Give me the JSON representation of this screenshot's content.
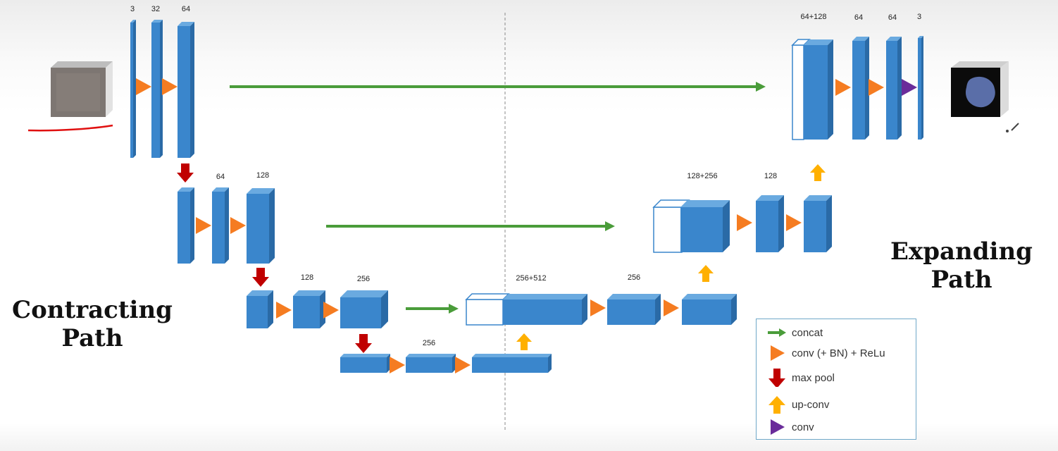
{
  "labels": {
    "b1_c1": "3",
    "b1_c2": "32",
    "b1_c3": "64",
    "b2_c2": "64",
    "b2_c3": "128",
    "b3_c2": "128",
    "b3_c3": "256",
    "bottleneck": "256",
    "up3_concat": "256+512",
    "up3_conv": "256",
    "up2_concat": "128+256",
    "up2_conv": "128",
    "up1_concat": "64+128",
    "up1_c2": "64",
    "up1_c3": "64",
    "output": "3"
  },
  "titles": {
    "contracting": "Contracting\nPath",
    "expanding": "Expanding\nPath"
  },
  "legend": [
    {
      "icon": "green-arrow-icon",
      "text": "concat"
    },
    {
      "icon": "orange-triangle-icon",
      "text": "conv (+ BN) + ReLu"
    },
    {
      "icon": "red-down-arrow-icon",
      "text": "max pool"
    },
    {
      "icon": "yellow-up-arrow-icon",
      "text": "up-conv"
    },
    {
      "icon": "purple-triangle-icon",
      "text": "conv"
    }
  ],
  "colors": {
    "block_front": "#3a86cc",
    "block_top": "#6aaae0",
    "block_side": "#2a6aa6",
    "concat": "#4a9c3a",
    "conv": "#f57c21",
    "maxpool": "#c00000",
    "upconv": "#ffb000",
    "final_conv": "#6a2c9a"
  }
}
